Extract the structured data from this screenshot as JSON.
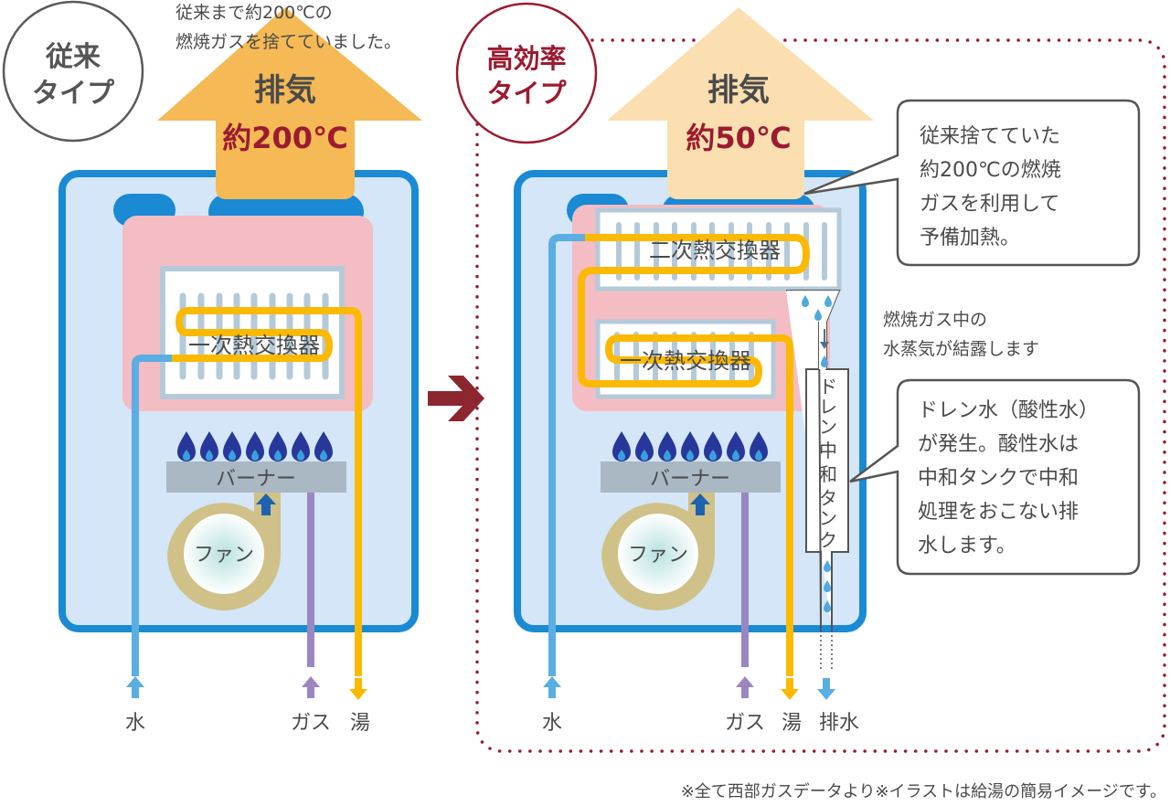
{
  "conventional": {
    "badge_line1": "従来",
    "badge_line2": "タイプ",
    "note_line1": "従来まで約200℃の",
    "note_line2": "燃焼ガスを捨てていました。",
    "exhaust_label": "排気",
    "exhaust_temp": "約200℃",
    "primary_exchanger": "一次熱交換器",
    "burner": "バーナー",
    "fan": "ファン",
    "outlets": [
      "水",
      "ガス",
      "湯"
    ]
  },
  "high_efficiency": {
    "badge_line1": "高効率",
    "badge_line2": "タイプ",
    "exhaust_label": "排気",
    "exhaust_temp": "約50℃",
    "secondary_exchanger": "二次熱交換器",
    "primary_exchanger": "一次熱交換器",
    "burner": "バーナー",
    "fan": "ファン",
    "drain_tank": [
      "ド",
      "レ",
      "ン",
      "中",
      "和",
      "タ",
      "ン",
      "ク"
    ],
    "outlets": [
      "水",
      "ガス",
      "湯",
      "排水"
    ],
    "callout_preheat": [
      "従来捨てていた",
      "約200℃の燃焼",
      "ガスを利用して",
      "予備加熱。"
    ],
    "condensation_note": [
      "燃焼ガス中の",
      "水蒸気が結露します"
    ],
    "callout_drain": [
      "ドレン水（酸性水）",
      "が発生。酸性水は",
      "中和タンクで中和",
      "処理をおこない排",
      "水します。"
    ]
  },
  "footnote": "※全て西部ガスデータより※イラストは給湯の簡易イメージです。",
  "colors": {
    "conventional_accent": "#5a5a5a",
    "high_eff_accent": "#9b1b30",
    "hot_exhaust": "#f5b955",
    "cool_exhaust": "#fbdfb0",
    "unit_border": "#1a8ad4",
    "unit_fill": "#d4e6f7",
    "chamber": "#f4bcc3",
    "hot_water": "#fbb900",
    "cold_water": "#5aaee3",
    "gas": "#9a87c2",
    "flame": "#27389a",
    "fan_housing": "#cfc187"
  }
}
